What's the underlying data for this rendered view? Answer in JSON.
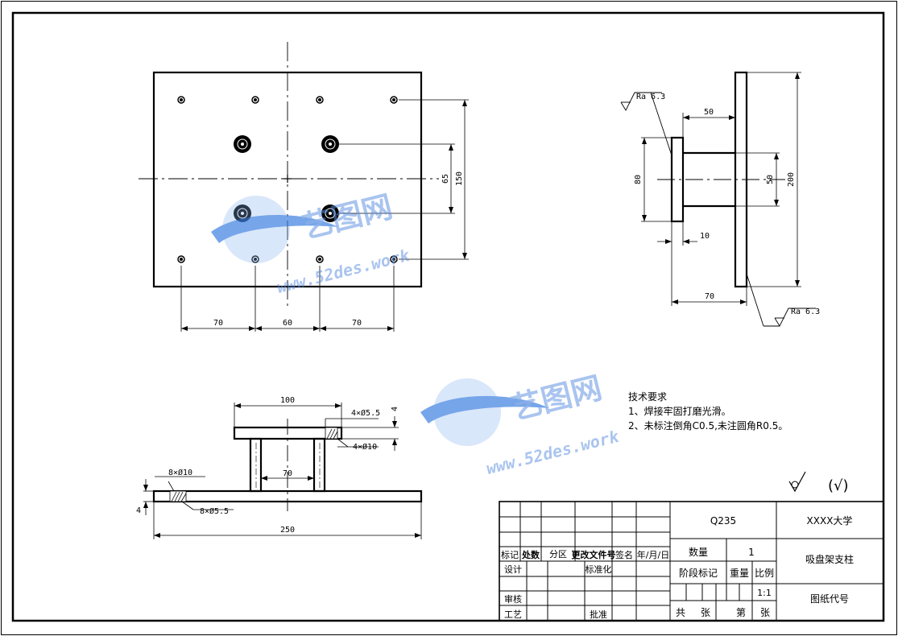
{
  "dims_top": {
    "d70a": "70",
    "d60": "60",
    "d70b": "70",
    "d65": "65",
    "d150": "150"
  },
  "dims_side": {
    "ra1": "Ra 6.3",
    "d50a": "50",
    "d80": "80",
    "d50b": "50",
    "d200": "200",
    "d10": "10",
    "d70": "70",
    "ra2": "Ra 6.3"
  },
  "dims_front": {
    "d100": "100",
    "hole55top": "4×Ø5.5",
    "d4top": "4",
    "hole10top": "4×Ø10",
    "hole10bot": "8×Ø10",
    "d70": "70",
    "d4left": "4",
    "hole55bot": "8×Ø5.5",
    "d250": "250"
  },
  "tech": {
    "title": "技术要求",
    "line1": "1、焊接牢固打磨光滑。",
    "line2": "2、未标注倒角C0.5,未注圆角R0.5。"
  },
  "roughness_symbol": "(√)",
  "title_block": {
    "h_biaoji": "标记",
    "h_chushu": "处数",
    "h_fenqu": "分区",
    "h_wenjian": "更改文件号",
    "h_qianming": "签名",
    "h_date": "年/月/日",
    "sheji": "设计",
    "biaozhunhua": "标准化",
    "shenhe": "审核",
    "gongyi": "工艺",
    "pizhun": "批准",
    "material": "Q235",
    "school": "XXXX大学",
    "shuliang_label": "数量",
    "shuliang_value": "1",
    "part_name": "吸盘架支柱",
    "jieduan": "阶段标记",
    "zhongliang": "重量",
    "bili": "比例",
    "bili_value": "1:1",
    "gong": "共",
    "zhang1": "张",
    "di": "第",
    "zhang2": "张",
    "tuzhi": "图纸代号"
  },
  "watermark": {
    "brand": "艺图网",
    "url": "www.52des.work"
  }
}
